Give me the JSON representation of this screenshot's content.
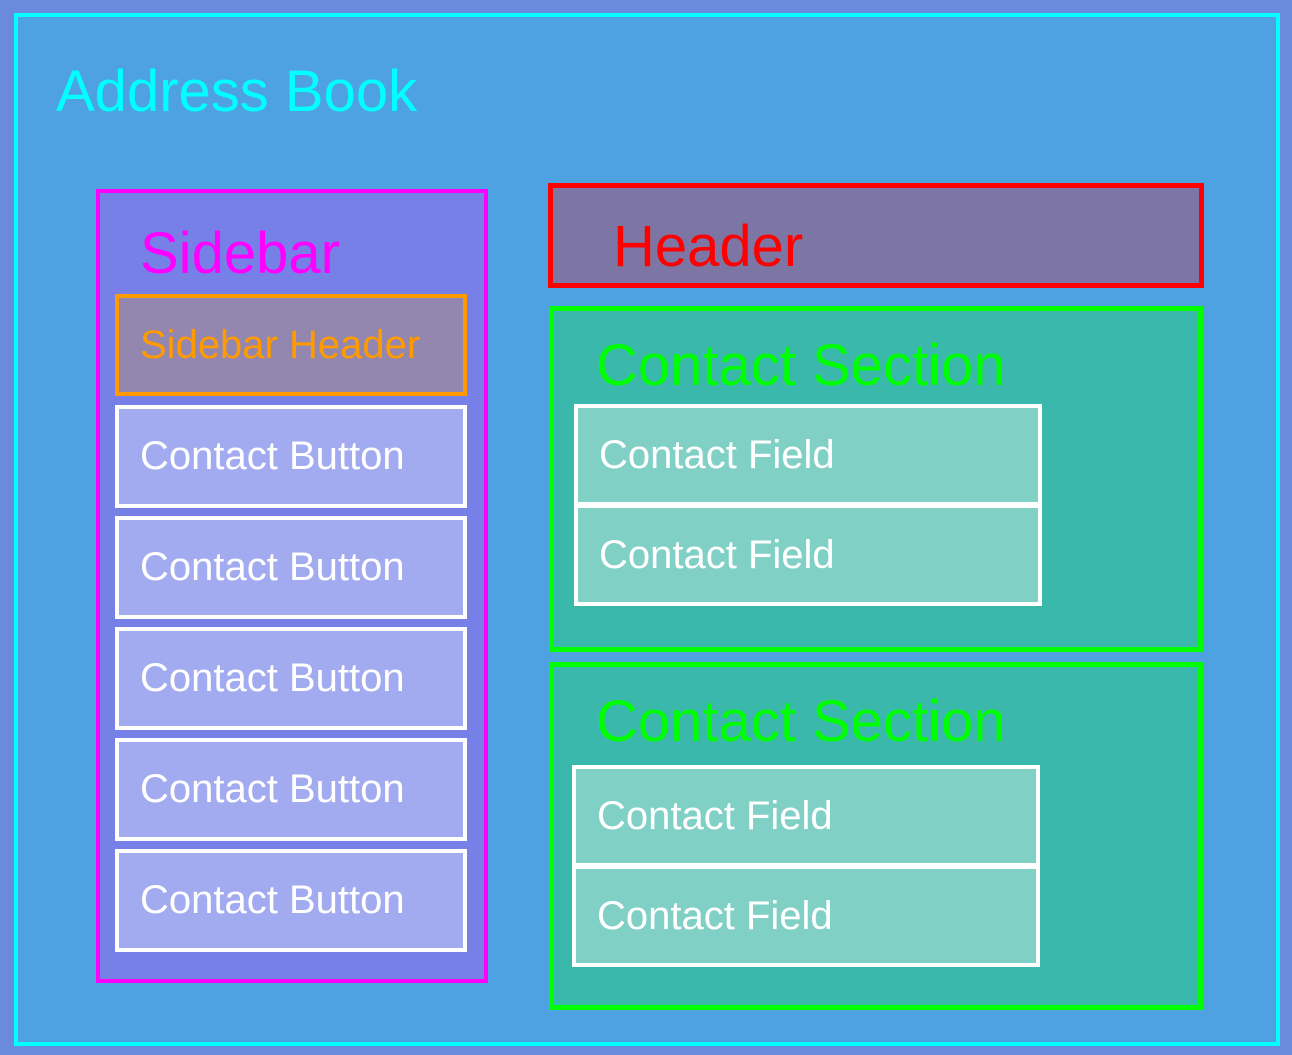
{
  "app": {
    "title": "Address Book"
  },
  "sidebar": {
    "title": "Sidebar",
    "header": "Sidebar Header",
    "buttons": [
      "Contact Button",
      "Contact Button",
      "Contact Button",
      "Contact Button",
      "Contact Button"
    ]
  },
  "header": {
    "title": "Header"
  },
  "sections": [
    {
      "title": "Contact Section",
      "fields": [
        "Contact Field",
        "Contact Field"
      ]
    },
    {
      "title": "Contact Section",
      "fields": [
        "Contact Field",
        "Contact Field"
      ]
    }
  ],
  "colors": {
    "background": "#6a8adc",
    "app_fill": "#4ea2e2",
    "app_border": "#00ffff",
    "sidebar_fill": "#7680e6",
    "sidebar_border": "#ff00ff",
    "sidebar_header_border": "#ff9a00",
    "header_border": "#ff0000",
    "section_fill": "#3ab8ac",
    "section_border": "#00ff00",
    "field_fill": "#80d0c6",
    "button_fill": "#a2aaf0"
  }
}
